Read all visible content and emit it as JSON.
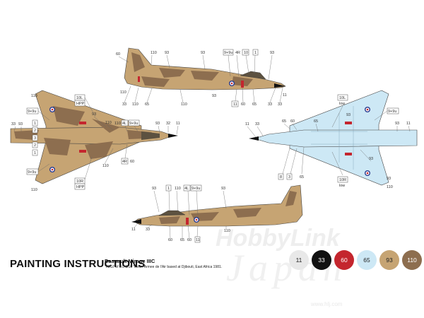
{
  "title": "PAINTING INSTRUCTIONS",
  "subject": {
    "name": "Dassault Mirage IIIC",
    "caption": "'TOGI' of EC 3/10 'Vexin' Armee de l'Air based at Djibouti, East Africa 1981."
  },
  "palette": [
    {
      "code": "11",
      "color": "#e8e8e8",
      "text_color": "#222"
    },
    {
      "code": "33",
      "color": "#111111",
      "text_color": "#fff"
    },
    {
      "code": "60",
      "color": "#c4262e",
      "text_color": "#fff"
    },
    {
      "code": "65",
      "color": "#cde8f5",
      "text_color": "#222"
    },
    {
      "code": "93",
      "color": "#c6a473",
      "text_color": "#222"
    },
    {
      "code": "110",
      "color": "#8d6e4f",
      "text_color": "#fff"
    }
  ],
  "colors": {
    "sand": "#c6a473",
    "brown": "#8d6e4f",
    "light_blue": "#cde8f5",
    "insignia_red": "#c4262e",
    "insignia_blue": "#2a3b8f"
  },
  "callouts": {
    "side_top": [
      "60",
      "110",
      "93",
      "93",
      "9+9u",
      "4R",
      "10",
      "1",
      "93",
      "110",
      "33",
      "110",
      "65",
      "110",
      "93",
      "11",
      "60",
      "65",
      "33",
      "33",
      "11"
    ],
    "plan_top": [
      "110",
      "10L",
      "HPP",
      "9+9u",
      "93",
      "33",
      "93",
      "110",
      "4L",
      "9+9u",
      "110",
      "93",
      "32",
      "11",
      "4R",
      "60",
      "10R",
      "HPP",
      "9+9u",
      "110",
      "110",
      "1",
      "2",
      "3",
      "2",
      "1"
    ],
    "plan_bottom": [
      "11",
      "33",
      "65",
      "60",
      "65",
      "10L",
      "low",
      "93",
      "9+9u",
      "93",
      "11",
      "10R",
      "low",
      "93",
      "8",
      "3",
      "65",
      "93",
      "110"
    ],
    "side_bottom": [
      "93",
      "1",
      "110",
      "4L",
      "9+9u",
      "93",
      "11",
      "33",
      "60",
      "65",
      "60",
      "11",
      "110"
    ]
  },
  "watermark": {
    "brand": "HobbyLink",
    "brand2": "Japan",
    "url": "www.hlj.com"
  }
}
